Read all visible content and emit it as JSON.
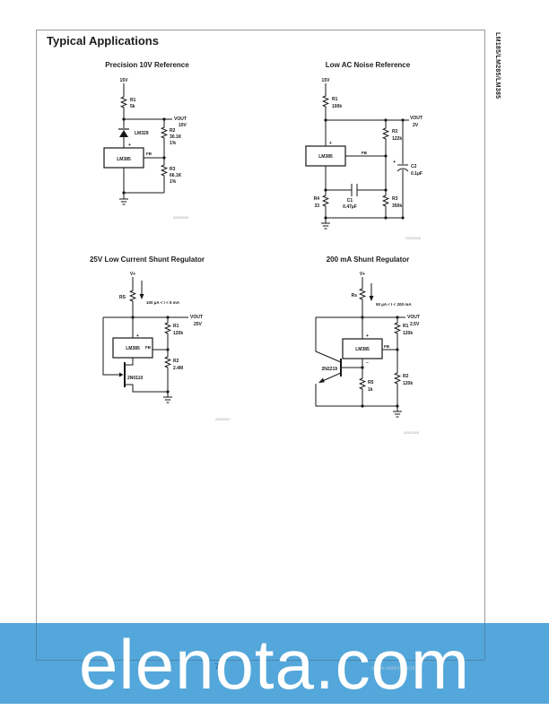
{
  "page": {
    "header": "Typical Applications",
    "side_label": "LM185/LM285/LM385",
    "footer": {
      "page_number": "7",
      "website": "www.national.com"
    },
    "watermark": "elenota.com",
    "banner_color": "#54a7da"
  },
  "circuits": [
    {
      "title": "Precision 10V Reference",
      "labels": {
        "supply": "15V",
        "r1": "R1",
        "r1_val": "5k",
        "diode": "LM329",
        "plus": "+",
        "ic": "LM385",
        "fb": "FB",
        "vout": "VOUT",
        "vout_val": "10V",
        "r2": "R2",
        "r2_val": "30.1K",
        "r2_tol": "1%",
        "r3": "R3",
        "r3_val": "66.1K",
        "r3_tol": "1%",
        "code": "00562905"
      }
    },
    {
      "title": "Low AC Noise Reference",
      "labels": {
        "supply": "15V",
        "r1": "R1",
        "r1_val": "100k",
        "plus": "+",
        "ic": "LM385",
        "fb": "FB",
        "vout": "VOUT",
        "vout_val": "2V",
        "r2": "R2",
        "r2_val": "122k",
        "r3": "R3",
        "r3_val": "350k",
        "r4": "R4",
        "r4_val": "33",
        "c1": "C1",
        "c1_val": "0.47µF",
        "c2": "C2",
        "c2_val": "0.1µF",
        "c2_plus": "+",
        "code": "00562906"
      }
    },
    {
      "title": "25V Low Current Shunt Regulator",
      "labels": {
        "supply": "V+",
        "rs": "RS",
        "current": "100 µA < I < 5 mA",
        "plus": "+",
        "ic": "LM385",
        "fb": "FB",
        "vout": "VOUT",
        "vout_val": "25V",
        "r1": "R1",
        "r1_val": "120k",
        "r2": "R2",
        "r2_val": "2.4M",
        "transistor": "2N0110",
        "code": "00562907"
      }
    },
    {
      "title": "200 mA Shunt Regulator",
      "labels": {
        "supply": "V+",
        "rs": "Rs",
        "current": "50 µA < I < 200 mA",
        "plus": "+",
        "minus": "−",
        "ic": "LM385",
        "fb": "FB",
        "vout": "VOUT",
        "vout_val": "2.5V",
        "r1": "R1",
        "r1_val": "120k",
        "r2": "R2",
        "r2_val": "120k",
        "r5": "R5",
        "r5_val": "1k",
        "transistor": "2N2219",
        "code": "00562908"
      }
    }
  ]
}
